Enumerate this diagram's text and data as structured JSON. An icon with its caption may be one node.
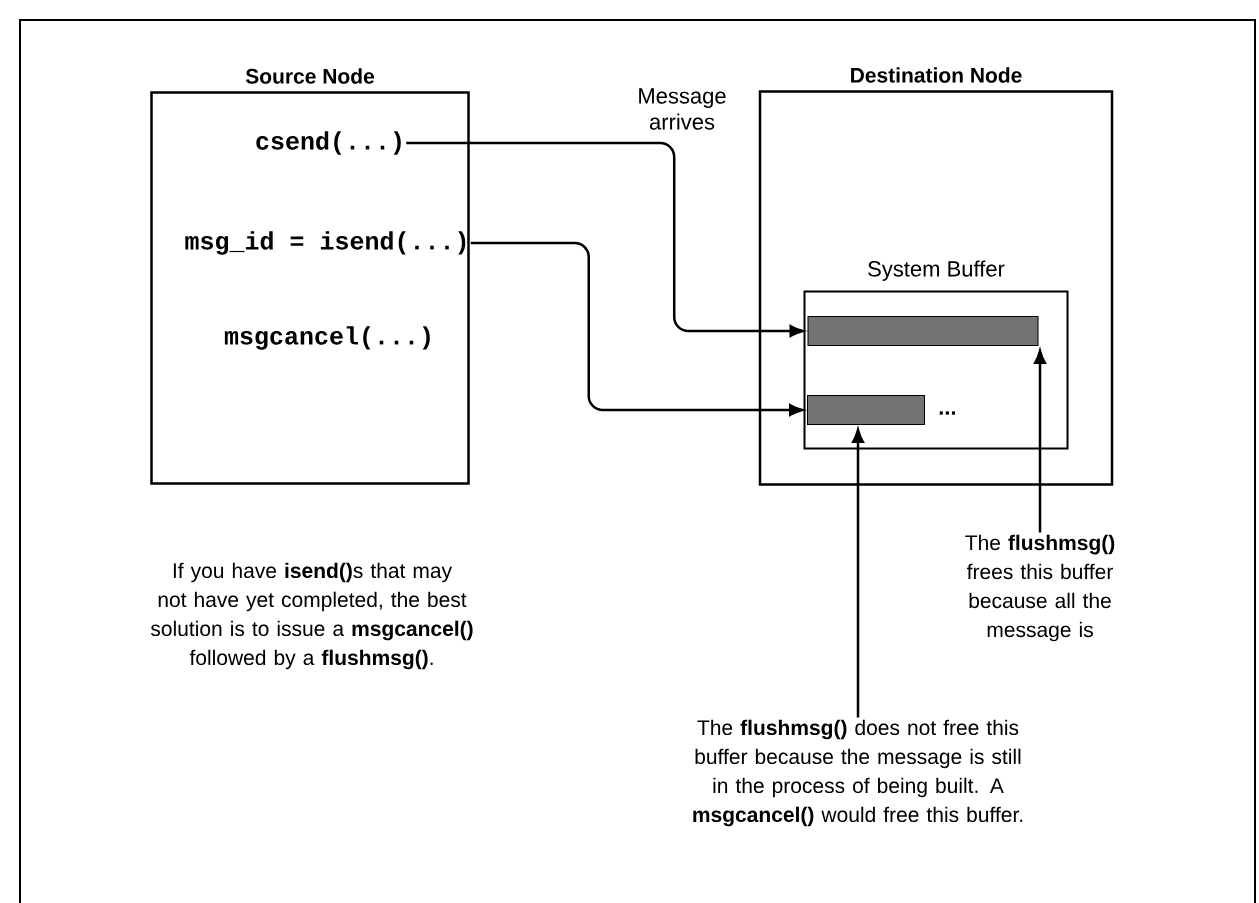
{
  "diagram": {
    "nodes": [
      {
        "text": [
          "Source Node"
        ]
      },
      {
        "text": [
          "csend(...)"
        ],
        "in": 0
      },
      {
        "text": [
          "msg_id = isend(...)"
        ],
        "in": 0
      },
      {
        "text": [
          "Destination Node"
        ]
      },
      {
        "text": [
          "System Buffer"
        ],
        "in": 3
      },
      {
        "text": [],
        "shape": "bar",
        "in": 4
      },
      {
        "text": [],
        "shape": "bar",
        "in": 4,
        "beside": [
          "..."
        ]
      },
      {
        "text": [
          "The **flushmsg()** frees this buffer because all the message is"
        ]
      },
      {
        "text": [
          "The **flushmsg()** does not free this buffer because the message is still in the process of being built. A **msgcancel()** would free this buffer."
        ]
      }
    ],
    "edges": [
      {
        "from": 1,
        "to": 5,
        "arrow": "to",
        "label": "Message arrives"
      },
      {
        "from": 2,
        "to": 6,
        "arrow": "to"
      },
      {
        "from": 7,
        "to": 5,
        "arrow": "to"
      },
      {
        "from": 8,
        "to": 6,
        "arrow": "to"
      }
    ],
    "labels": [
      "msgcancel(...)",
      "If you have **isend()**s that may not have yet completed, the best solution is to issue a **msgcancel()** followed by a **flushmsg()**."
    ]
  }
}
